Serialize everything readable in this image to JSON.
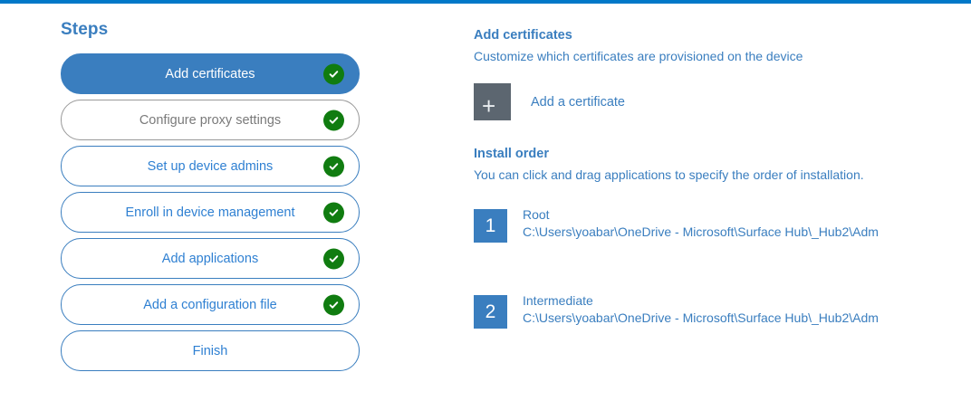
{
  "accent_color": "#0078c8",
  "brand_blue": "#3a7ebf",
  "success_green": "#107c10",
  "steps": {
    "title": "Steps",
    "items": [
      {
        "label": "Add certificates",
        "state": "active",
        "completed": true
      },
      {
        "label": "Configure proxy settings",
        "state": "muted",
        "completed": true
      },
      {
        "label": "Set up device admins",
        "state": "default",
        "completed": true
      },
      {
        "label": "Enroll in device management",
        "state": "default",
        "completed": true
      },
      {
        "label": "Add applications",
        "state": "default",
        "completed": true
      },
      {
        "label": "Add a configuration file",
        "state": "default",
        "completed": true
      },
      {
        "label": "Finish",
        "state": "default",
        "completed": false
      }
    ]
  },
  "detail": {
    "heading": "Add certificates",
    "subheading": "Customize which certificates are provisioned on the device",
    "add_certificate": {
      "icon": "plus-icon",
      "glyph": "+",
      "label": "Add a certificate"
    },
    "install_order": {
      "heading": "Install order",
      "subheading": "You can click and drag applications to specify the order of installation.",
      "items": [
        {
          "number": "1",
          "name": "Root",
          "path": "C:\\Users\\yoabar\\OneDrive - Microsoft\\Surface Hub\\_Hub2\\Adm"
        },
        {
          "number": "2",
          "name": "Intermediate",
          "path": "C:\\Users\\yoabar\\OneDrive - Microsoft\\Surface Hub\\_Hub2\\Adm"
        }
      ]
    }
  }
}
